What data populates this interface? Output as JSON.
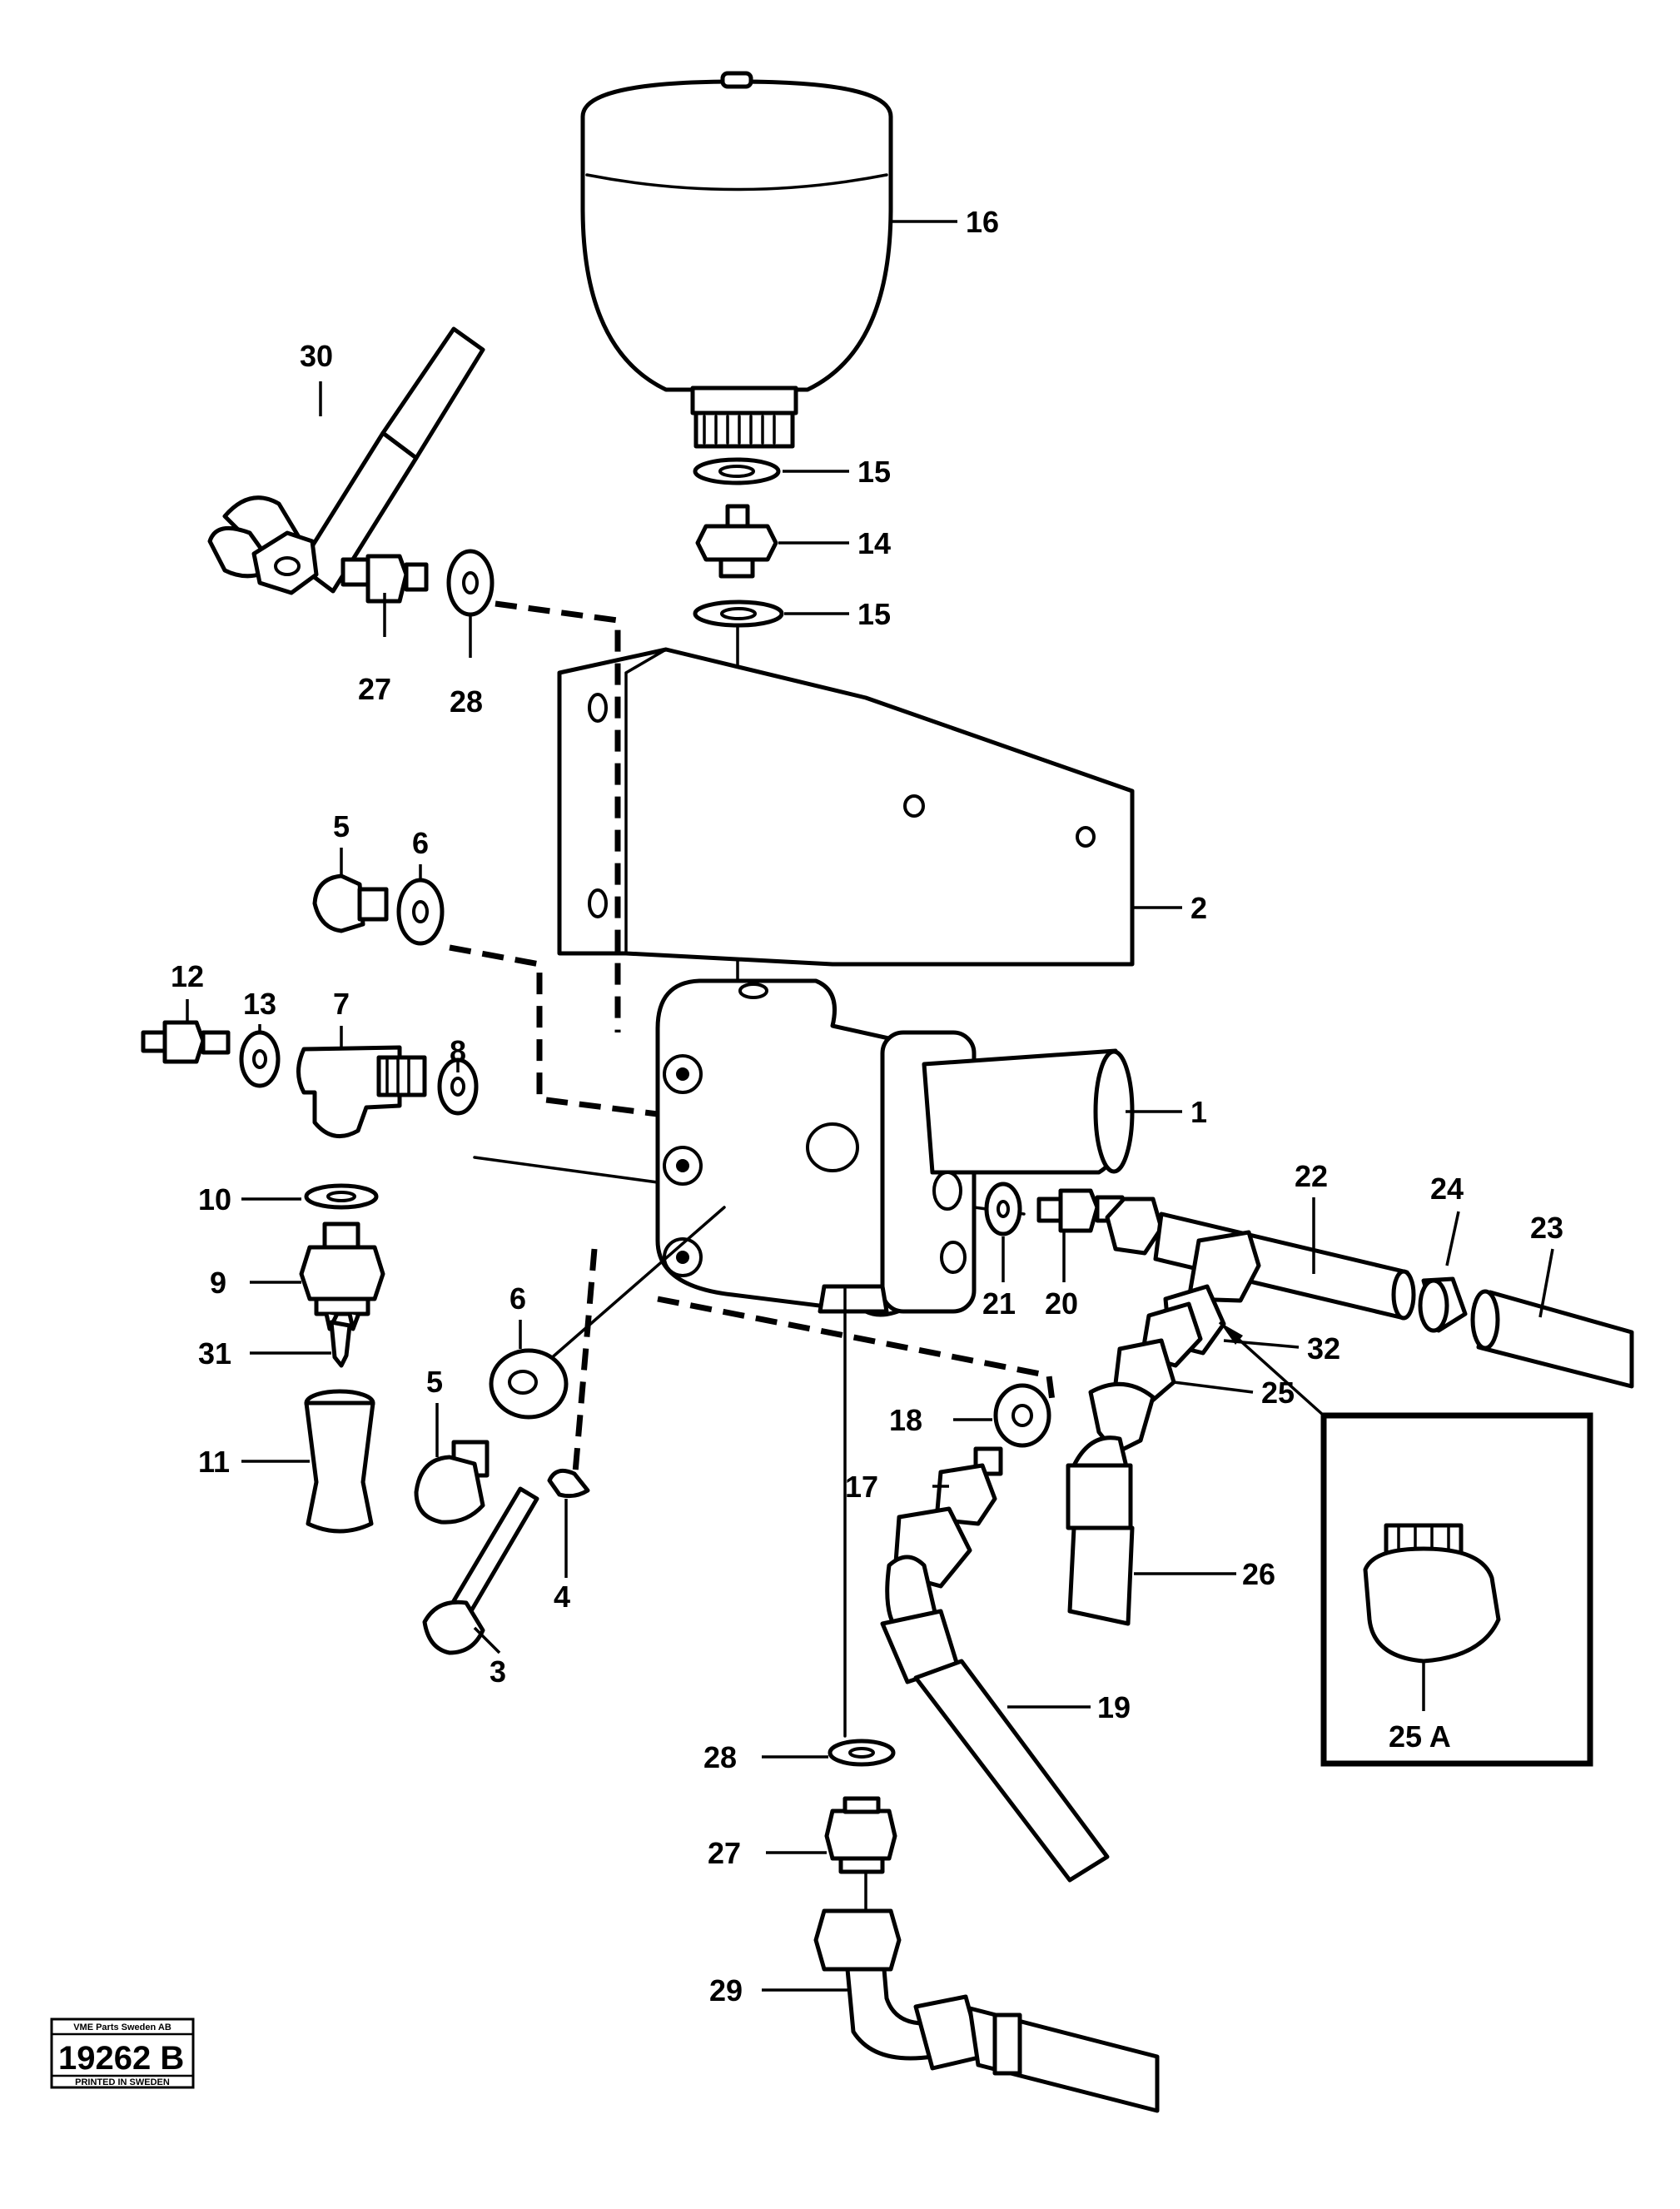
{
  "diagram": {
    "labels": {
      "p1": "1",
      "p2": "2",
      "p3": "3",
      "p4": "4",
      "p5a": "5",
      "p5b": "5",
      "p6a": "6",
      "p6b": "6",
      "p7": "7",
      "p8": "8",
      "p9": "9",
      "p10": "10",
      "p11": "11",
      "p12": "12",
      "p13": "13",
      "p14": "14",
      "p15a": "15",
      "p15b": "15",
      "p16": "16",
      "p17": "17",
      "p18": "18",
      "p19": "19",
      "p20": "20",
      "p21": "21",
      "p22": "22",
      "p23": "23",
      "p24": "24",
      "p25": "25",
      "p25a": "25 A",
      "p26": "26",
      "p27a": "27",
      "p27b": "27",
      "p28a": "28",
      "p28b": "28",
      "p29": "29",
      "p30": "30",
      "p31": "31",
      "p32": "32"
    }
  },
  "stamp": {
    "company": "VME Parts Sweden AB",
    "number": "19262 B",
    "printed": "PRINTED IN SWEDEN"
  }
}
